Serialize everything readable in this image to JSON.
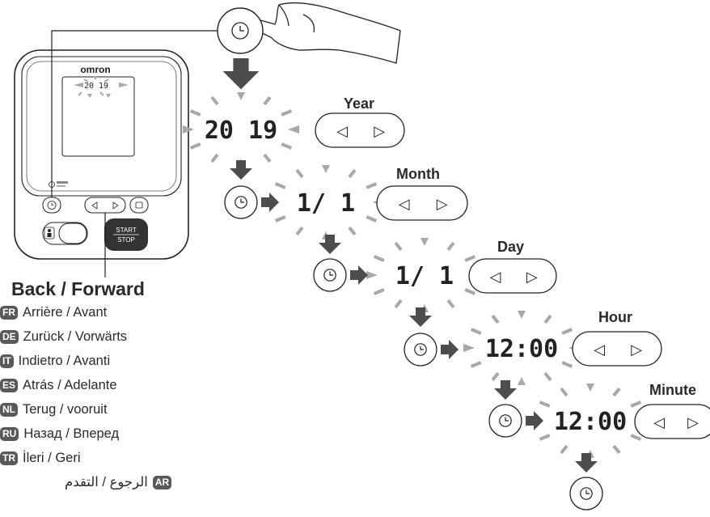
{
  "device": {
    "brand": "omron",
    "screen_value": "20 19",
    "button_start": "START",
    "button_stop": "STOP"
  },
  "steps": [
    {
      "label": "Year",
      "display": "20 19"
    },
    {
      "label": "Month",
      "display": "1/ 1"
    },
    {
      "label": "Day",
      "display": "1/ 1"
    },
    {
      "label": "Hour",
      "display": "12:00"
    },
    {
      "label": "Minute",
      "display": "12:00"
    }
  ],
  "nav_buttons": {
    "back_glyph": "◁",
    "forward_glyph": "▷"
  },
  "legend": {
    "heading": "Back / Forward",
    "languages": [
      {
        "code": "FR",
        "text": "Arrière / Avant"
      },
      {
        "code": "DE",
        "text": "Zurück / Vorwärts"
      },
      {
        "code": "IT",
        "text": "Indietro / Avanti"
      },
      {
        "code": "ES",
        "text": "Atrás / Adelante"
      },
      {
        "code": "NL",
        "text": "Terug / vooruit"
      },
      {
        "code": "RU",
        "text": "Назад / Вперед"
      },
      {
        "code": "TR",
        "text": "İleri / Geri"
      },
      {
        "code": "AR",
        "text": "الرجوع / التقدم"
      }
    ]
  },
  "icons": {
    "clock_button": "clock-icon",
    "hand": "hand-pointer-icon",
    "arrow_down": "down-arrow-icon",
    "arrow_right": "right-arrow-icon"
  },
  "colors": {
    "arrow": "#4d4d4d",
    "flash": "#a8a8a8",
    "badge": "#595959",
    "line": "#222222"
  }
}
